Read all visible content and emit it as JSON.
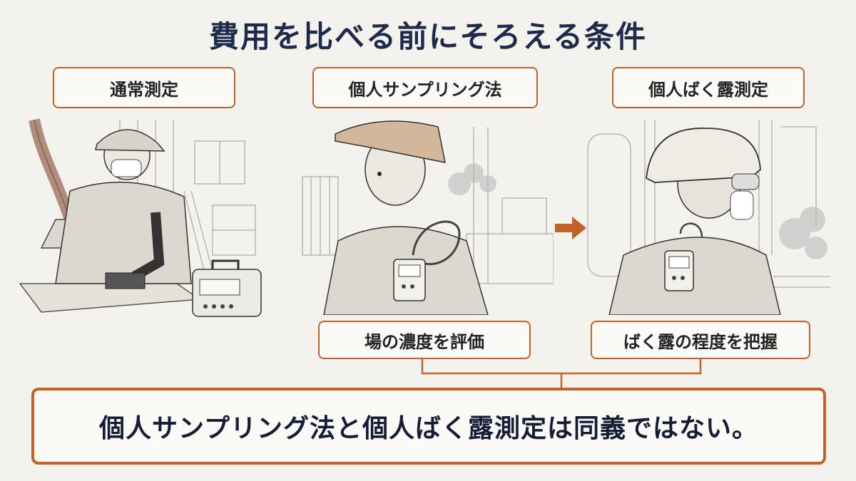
{
  "title": "費用を比べる前にそろえる条件",
  "panels": [
    {
      "label": "通常測定"
    },
    {
      "label": "個人サンプリング法"
    },
    {
      "label": "個人ばく露測定"
    }
  ],
  "purposes": {
    "left": "場の濃度を評価",
    "right": "ばく露の程度を把握"
  },
  "conclusion": "個人サンプリング法と個人ばく露測定は同義ではない。",
  "colors": {
    "accent": "#c2622a",
    "title": "#1e2a4c",
    "background": "#f4f2ed"
  }
}
